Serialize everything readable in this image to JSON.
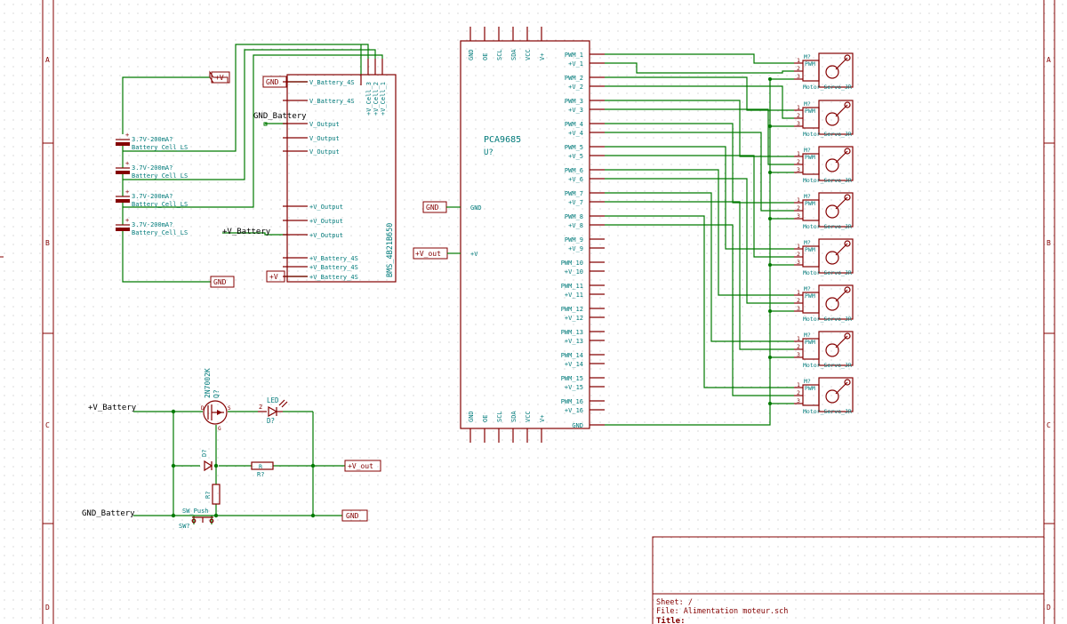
{
  "frame": {
    "row_letters": [
      "A",
      "B",
      "C",
      "D"
    ]
  },
  "title_block": {
    "sheet": "Sheet: /",
    "file": "File: Alimentation moteur.sch",
    "title": "Title:"
  },
  "batteries": [
    {
      "value": "3.7V-200mA?",
      "ref": "Battery_Cell_LS"
    },
    {
      "value": "3.7V-200mA?",
      "ref": "Battery_Cell_LS"
    },
    {
      "value": "3.7V-200mA?",
      "ref": "Battery_Cell_LS"
    },
    {
      "value": "3.7V-200mA?",
      "ref": "Battery_Cell_LS"
    }
  ],
  "bms": {
    "name": "BMS_4B21B650",
    "left_pins": [
      "V_Battery_4S",
      "V_Battery_4S",
      "V_Output",
      "V_Output",
      "V_Output",
      "+V_Output",
      "+V_Output",
      "+V_Output",
      "+V_Battery_4S",
      "+V_Battery_4S",
      "+V_Battery_4S"
    ],
    "top_pins": [
      "+V_Cell_3",
      "+V_Cell_2",
      "+V_Cell_1"
    ]
  },
  "pca": {
    "name": "PCA9685",
    "ref": "U?",
    "top_pins": [
      "GND",
      "OE",
      "SCL",
      "SDA",
      "VCC",
      "V+"
    ],
    "bottom_pins": [
      "GND",
      "OE",
      "SCL",
      "SDA",
      "VCC",
      "V+"
    ],
    "left_pins": [
      "GND",
      "+V"
    ],
    "right_pins": [
      "PWM_1",
      "+V_1",
      "PWM_2",
      "+V_2",
      "PWM_3",
      "+V_3",
      "PWM_4",
      "+V_4",
      "PWM_5",
      "+V_5",
      "PWM_6",
      "+V_6",
      "PWM_7",
      "+V_7",
      "PWM_8",
      "+V_8",
      "PWM_9",
      "+V_9",
      "PWM_10",
      "+V_10",
      "PWM_11",
      "+V_11",
      "PWM_12",
      "+V_12",
      "PWM_13",
      "+V_13",
      "PWM_14",
      "+V_14",
      "PWM_15",
      "+V_15",
      "PWM_16",
      "+V_16",
      "GND"
    ]
  },
  "servo": {
    "ref": "M?",
    "pin_label": "PWM",
    "name": "Motor_Servo_JR",
    "pin_numbers": [
      "1",
      "2",
      "3"
    ]
  },
  "labels": {
    "plus_v": "+V",
    "gnd": "GND",
    "plus_v_out": "+V_out",
    "gnd_battery": "GND_Battery",
    "plus_v_battery": "+V_Battery",
    "pca_gnd": "GND",
    "pca_vout": "+V_out",
    "pca_plus_v": "+V",
    "c_plus_v_battery": "+V_Battery",
    "c_gnd_battery": "GND_Battery",
    "c_plus_v_out": "+V_out",
    "c_gnd": "GND"
  },
  "parts": {
    "mosfet_ref": "Q?",
    "mosfet_value": "2N7002K",
    "mosfet_pins": [
      "D",
      "S",
      "G"
    ],
    "led_value": "LED",
    "led_ref": "D?",
    "led_pin": "2",
    "diode_ref": "D?",
    "res_value": "R",
    "res_ref": "R?",
    "r2_ref": "R?",
    "sw_value": "SW_Push",
    "sw_ref": "SW?"
  }
}
